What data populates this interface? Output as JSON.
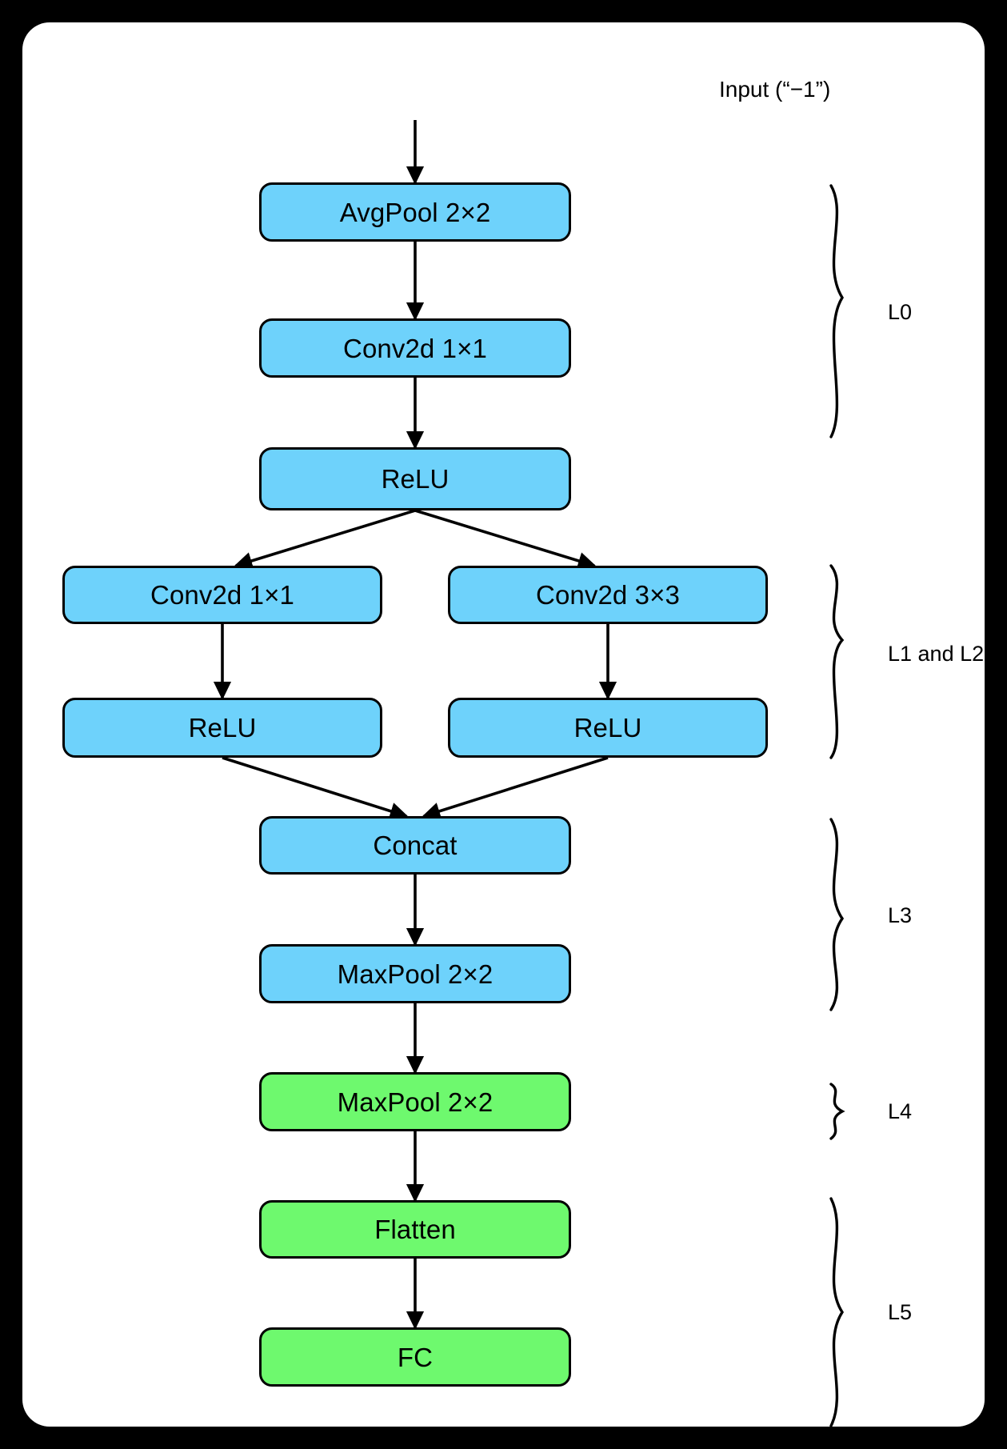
{
  "figure": {
    "type": "flowchart",
    "background_color": "#000000",
    "card_color": "#ffffff",
    "node_blue": "#6ed2fb",
    "node_green": "#6ef96e",
    "stroke_color": "#000000",
    "input_label": "Input (“−1”)"
  },
  "nodes": [
    {
      "id": "avgpool",
      "label": "AvgPool 2×2",
      "color": "blue",
      "group": "L0"
    },
    {
      "id": "conv1",
      "label": "Conv2d 1×1",
      "color": "blue",
      "group": "L0"
    },
    {
      "id": "relu0",
      "label": "ReLU",
      "color": "blue",
      "group": "L0"
    },
    {
      "id": "conv_left",
      "label": "Conv2d 1×1",
      "color": "blue",
      "group": "L1 and L2"
    },
    {
      "id": "conv_right",
      "label": "Conv2d 3×3",
      "color": "blue",
      "group": "L1 and L2"
    },
    {
      "id": "relu_left",
      "label": "ReLU",
      "color": "blue",
      "group": "L1 and L2"
    },
    {
      "id": "relu_right",
      "label": "ReLU",
      "color": "blue",
      "group": "L1 and L2"
    },
    {
      "id": "concat",
      "label": "Concat",
      "color": "blue",
      "group": "L3"
    },
    {
      "id": "maxpool_blue",
      "label": "MaxPool 2×2",
      "color": "blue",
      "group": "L3"
    },
    {
      "id": "maxpool_green",
      "label": "MaxPool 2×2",
      "color": "green",
      "group": "L4"
    },
    {
      "id": "flatten",
      "label": "Flatten",
      "color": "green",
      "group": "L5"
    },
    {
      "id": "fc",
      "label": "FC",
      "color": "green",
      "group": "L5"
    }
  ],
  "groups": [
    {
      "id": "g0",
      "label": "L0"
    },
    {
      "id": "g1",
      "label": "L1 and L2"
    },
    {
      "id": "g3",
      "label": "L3"
    },
    {
      "id": "g4",
      "label": "L4"
    },
    {
      "id": "g5",
      "label": "L5"
    }
  ],
  "edges": [
    {
      "from": "input",
      "to": "avgpool"
    },
    {
      "from": "avgpool",
      "to": "conv1"
    },
    {
      "from": "conv1",
      "to": "relu0"
    },
    {
      "from": "relu0",
      "to": "conv_left"
    },
    {
      "from": "relu0",
      "to": "conv_right"
    },
    {
      "from": "conv_left",
      "to": "relu_left"
    },
    {
      "from": "conv_right",
      "to": "relu_right"
    },
    {
      "from": "relu_left",
      "to": "concat"
    },
    {
      "from": "relu_right",
      "to": "concat"
    },
    {
      "from": "concat",
      "to": "maxpool_blue"
    },
    {
      "from": "maxpool_blue",
      "to": "maxpool_green"
    },
    {
      "from": "maxpool_green",
      "to": "flatten"
    },
    {
      "from": "flatten",
      "to": "fc"
    }
  ]
}
